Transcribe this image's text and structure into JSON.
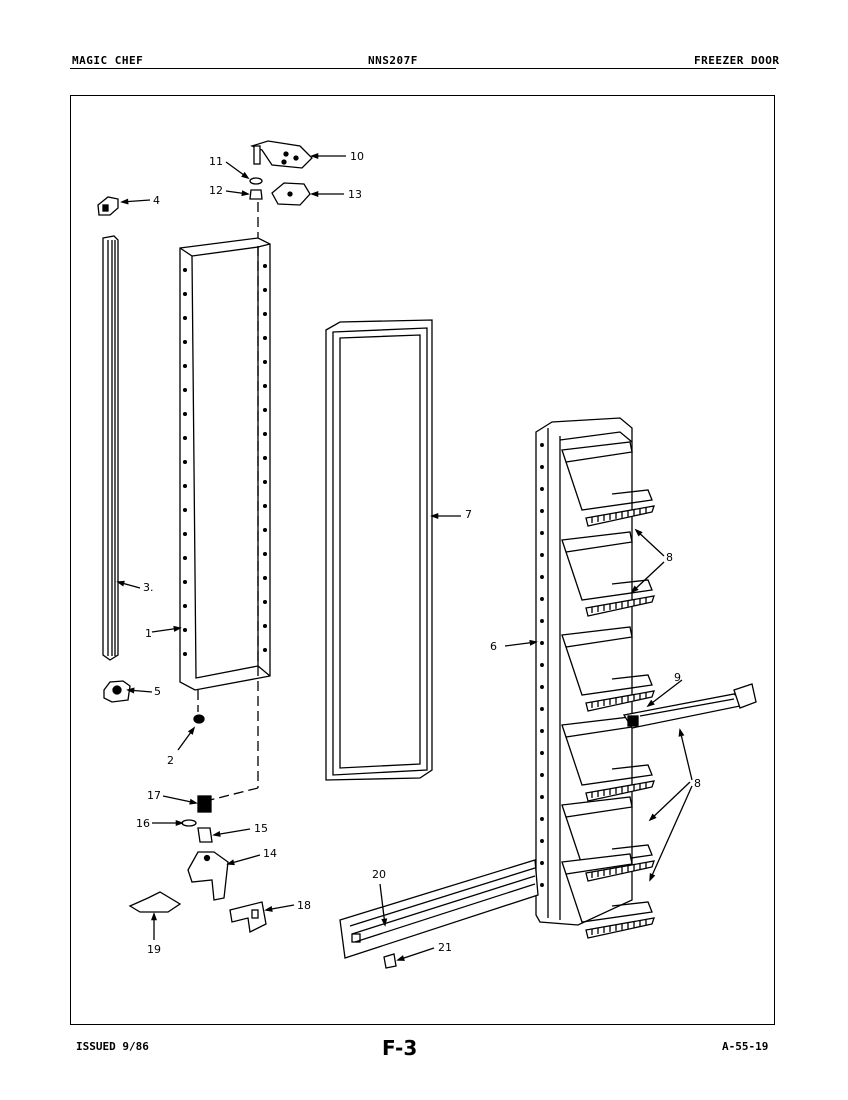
{
  "header": {
    "left": "MAGIC CHEF",
    "center": "NNS207F",
    "right": "FREEZER DOOR"
  },
  "footer": {
    "left": "ISSUED 9/86",
    "center": "F-3",
    "right": "A-55-19"
  },
  "callouts": [
    {
      "id": "c1",
      "text": "1"
    },
    {
      "id": "c2",
      "text": "2"
    },
    {
      "id": "c3",
      "text": "3."
    },
    {
      "id": "c4",
      "text": "4"
    },
    {
      "id": "c5",
      "text": "5"
    },
    {
      "id": "c6",
      "text": "6"
    },
    {
      "id": "c7",
      "text": "7"
    },
    {
      "id": "c8a",
      "text": "8"
    },
    {
      "id": "c8b",
      "text": "8"
    },
    {
      "id": "c9",
      "text": "9"
    },
    {
      "id": "c10",
      "text": "10"
    },
    {
      "id": "c11",
      "text": "11"
    },
    {
      "id": "c12",
      "text": "12"
    },
    {
      "id": "c13",
      "text": "13"
    },
    {
      "id": "c14",
      "text": "14"
    },
    {
      "id": "c15",
      "text": "15"
    },
    {
      "id": "c16",
      "text": "16"
    },
    {
      "id": "c17",
      "text": "17"
    },
    {
      "id": "c18",
      "text": "18"
    },
    {
      "id": "c19",
      "text": "19"
    },
    {
      "id": "c20",
      "text": "20"
    },
    {
      "id": "c21",
      "text": "21"
    }
  ]
}
